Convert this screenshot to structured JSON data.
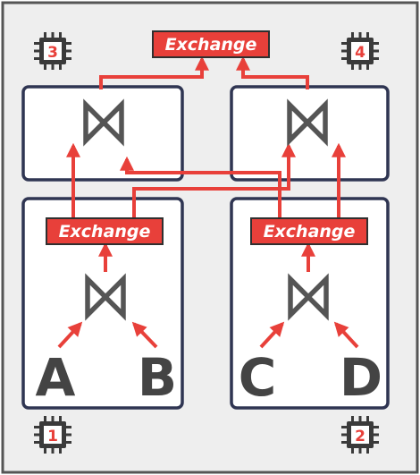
{
  "exchange_top": "Exchange",
  "exchange_left": "Exchange",
  "exchange_right": "Exchange",
  "relations": {
    "a": "A",
    "b": "B",
    "c": "C",
    "d": "D"
  },
  "cpus": {
    "top_left": "3",
    "top_right": "4",
    "bottom_left": "1",
    "bottom_right": "2"
  },
  "colors": {
    "accent": "#e8403a",
    "frame": "#2f3552",
    "background": "#eeeeee",
    "join": "#555555"
  }
}
